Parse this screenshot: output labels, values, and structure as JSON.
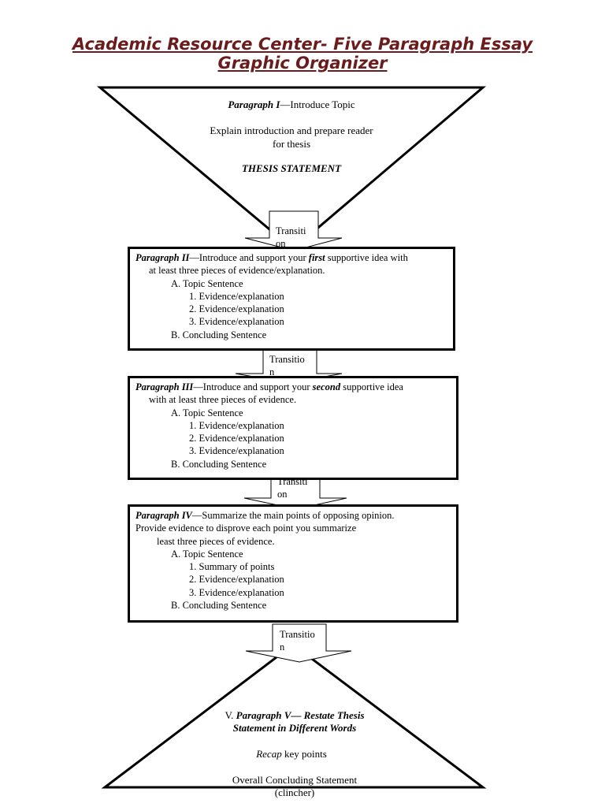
{
  "title": {
    "line1": "Academic Resource Center- Five Paragraph Essay",
    "line2": "Graphic Organizer"
  },
  "p1": {
    "label": "Paragraph I",
    "rest": "—Introduce Topic",
    "explain1": "Explain introduction and prepare reader",
    "explain2": "for thesis",
    "thesis": "THESIS STATEMENT"
  },
  "transitions": [
    {
      "line1": "Transiti",
      "line2": "on"
    },
    {
      "line1": "Transitio",
      "line2": "n"
    },
    {
      "line1": "Transiti",
      "line2": "on"
    },
    {
      "line1": "Transitio",
      "line2": "n"
    }
  ],
  "p2": {
    "label": "Paragraph II",
    "pre": "—Introduce and support your ",
    "emph": "first",
    "post": " supportive idea with",
    "line2": "at least three pieces of evidence/explanation.",
    "a": "A. Topic Sentence",
    "e1": "1. Evidence/explanation",
    "e2": "2. Evidence/explanation",
    "e3": "3. Evidence/explanation",
    "b": "B.  Concluding Sentence"
  },
  "p3": {
    "label": "Paragraph III",
    "pre": "—Introduce and support your ",
    "emph": "second",
    "post": " supportive idea",
    "line2": "with at least three pieces of evidence.",
    "a": "A. Topic Sentence",
    "e1": "1. Evidence/explanation",
    "e2": "2. Evidence/explanation",
    "e3": "3. Evidence/explanation",
    "b": "B.  Concluding Sentence"
  },
  "p4": {
    "label": "Paragraph IV",
    "rest": "—Summarize the main points of opposing opinion.",
    "line2": "Provide evidence to disprove each point you summarize",
    "line3": "least three pieces of evidence.",
    "a": "A. Topic Sentence",
    "e1": "1. Summary of points",
    "e2": "2. Evidence/explanation",
    "e3": "3. Evidence/explanation",
    "b": "B.  Concluding Sentence"
  },
  "p5": {
    "prefix": "V. ",
    "label": "Paragraph V",
    "rest1": "— Restate Thesis",
    "rest2": "Statement in Different Words",
    "recap": "Recap",
    "recap_rest": " key points",
    "overall": "Overall Concluding Statement",
    "clincher": "(clincher)"
  },
  "colors": {
    "title": "#6b1b1b",
    "stroke": "#000000"
  }
}
